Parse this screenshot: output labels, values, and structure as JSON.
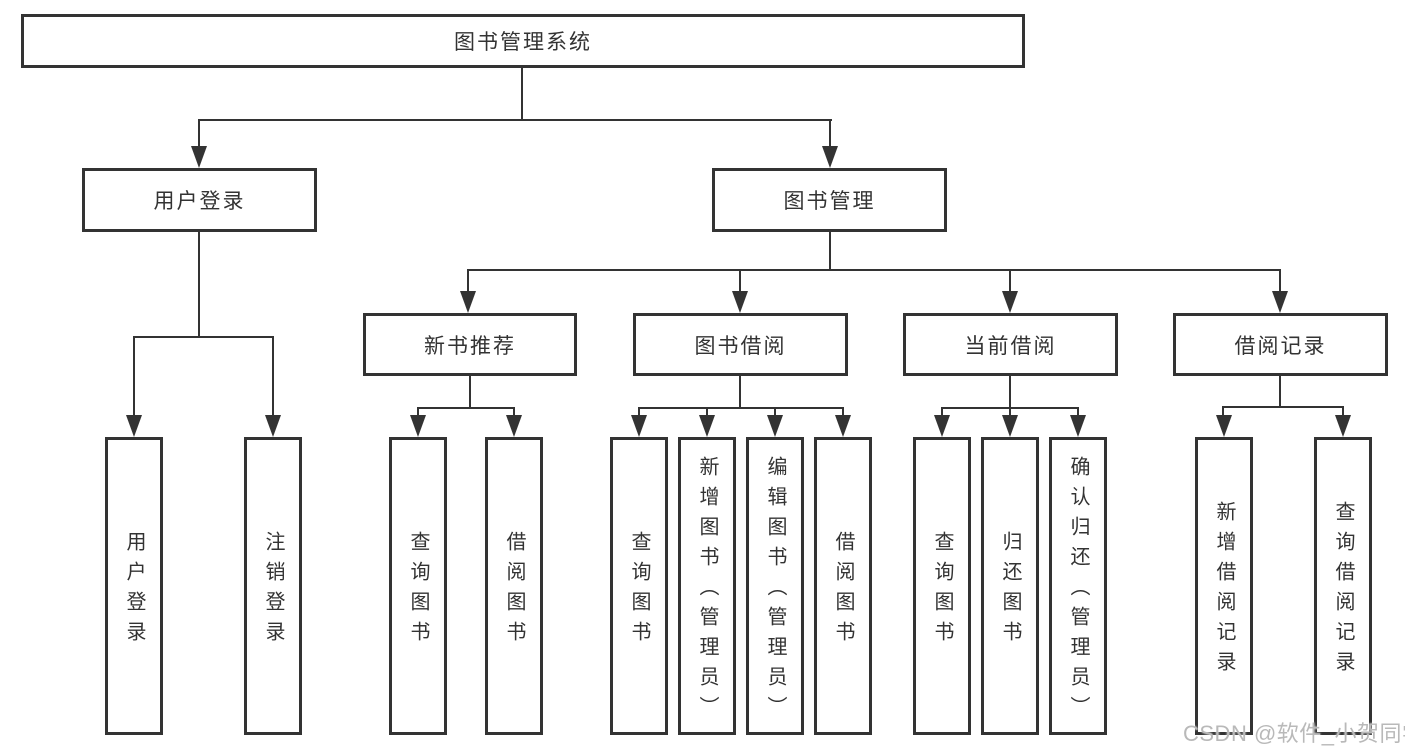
{
  "root": {
    "label": "图书管理系统"
  },
  "level2": {
    "user_login": {
      "label": "用户登录"
    },
    "book_management": {
      "label": "图书管理"
    }
  },
  "level3": {
    "new_book_recommend": {
      "label": "新书推荐"
    },
    "book_borrowing": {
      "label": "图书借阅"
    },
    "current_borrowing": {
      "label": "当前借阅"
    },
    "borrowing_records": {
      "label": "借阅记录"
    }
  },
  "leaves": {
    "user_login": [
      "用户登录",
      "注销登录"
    ],
    "new_book_recommend": [
      "查询图书",
      "借阅图书"
    ],
    "book_borrowing": [
      "查询图书",
      "新增图书（管理员）",
      "编辑图书（管理员）",
      "借阅图书"
    ],
    "current_borrowing": [
      "查询图书",
      "归还图书",
      "确认归还（管理员）"
    ],
    "borrowing_records": [
      "新增借阅记录",
      "查询借阅记录"
    ]
  },
  "watermark": "CSDN @软件_小贺同学",
  "colors": {
    "line": "#333333",
    "text": "#333333",
    "watermark": "#b9b9b9",
    "background": "#ffffff"
  }
}
